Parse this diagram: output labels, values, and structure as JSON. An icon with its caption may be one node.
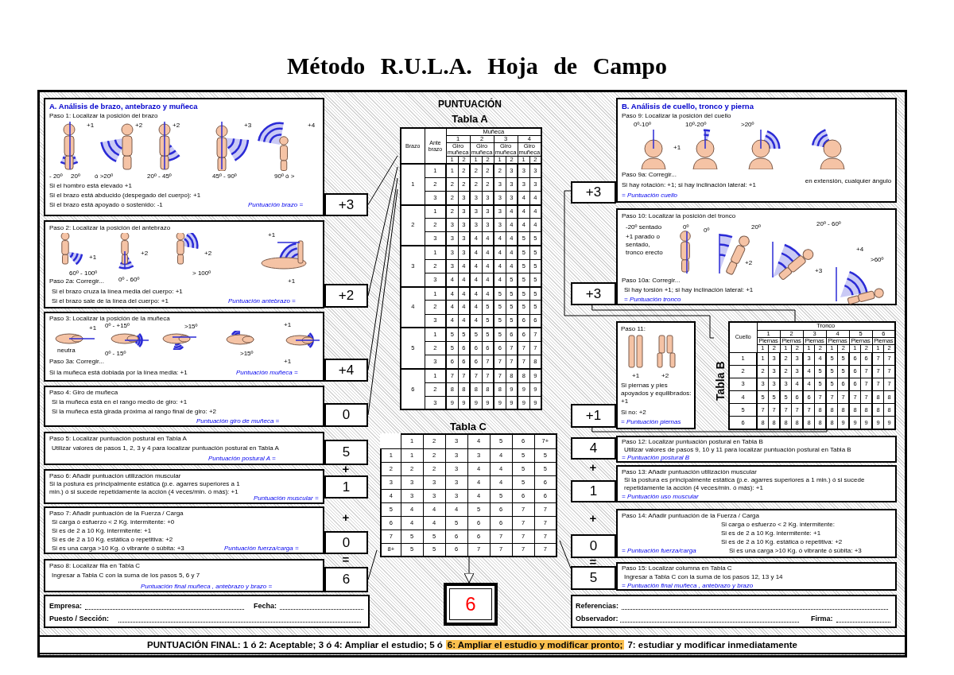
{
  "diagram": {
    "title": "Método R.U.L.A. Hoja de Campo",
    "nodes": [
      {
        "text": [
          "A. Análisis de brazo, antebrazo y muñeca",
          "Paso 1: Localizar la posición del brazo",
          "+1",
          "+2",
          "+2",
          "+3",
          "+4",
          "- 20º",
          "20º",
          "ó >20º",
          "20º - 45º",
          "45º - 90º",
          "90º ó >",
          "Si el hombro está elevado +1",
          "Si el brazo está abducido (despegado del cuerpo): +1",
          "Si el brazo está apoyado o sostenido: -1",
          "Puntuación brazo ="
        ]
      },
      {
        "text": [
          "Paso 2: Localizar la posición del antebrazo",
          "+1",
          "+2",
          "+2",
          "+1",
          "60º - 100º",
          "0º - 60º",
          "> 100º",
          "Paso 2a: Corregir...",
          "+1",
          "Si el brazo cruza la línea media del cuerpo: +1",
          "Si el brazo sale de la línea del cuerpo: +1",
          "Puntuación antebrazo ="
        ]
      },
      {
        "text": [
          "Paso 3: Localizar la posición de la muñeca",
          "+1",
          "neutra",
          "0º - +15º",
          "0º - 15º",
          ">15º",
          ">15º",
          "+1",
          "+1",
          "Paso 3a: Corregir...",
          "Si la muñeca está doblada por la línea media: +1",
          "Puntuación muñeca ="
        ]
      },
      {
        "text": [
          "Paso 4: Giro de muñeca",
          "Si la muñeca está en el rango medio de giro: +1",
          "Si la muñeca está girada próxima al rango final de giro: +2",
          "Puntuación giro de muñeca ="
        ]
      },
      {
        "text": [
          "Paso 5: Localizar puntuación postural en Tabla A",
          "Utilizar valores de pasos 1, 2, 3 y 4 para localizar puntuación postural en Tabla A",
          "Puntuación postural A ="
        ]
      },
      {
        "text": [
          "Paso 6: Añadir puntuación utilización muscular",
          "Si la postura es principalmente estática (p.e. agarres superiores a 1 min.) ó si sucede repetidamente la acción (4 veces/min. ó más): +1",
          "Puntuación muscular ="
        ]
      },
      {
        "text": [
          "Paso 7: Añadir puntuación de la Fuerza / Carga",
          "Si carga ó esfuerzo < 2 Kg. intermitente: +0",
          "Si es de 2 a 10 Kg. intermitente: +1",
          "Si es de 2 a 10 Kg. estática o repetitiva: +2",
          "Si es una carga >10 Kg. ó vibrante ó súbita: +3",
          "Puntuación fuerza/carga ="
        ]
      },
      {
        "text": [
          "Paso 8: Localizar fila en Tabla C",
          "Ingresar a Tabla C con la suma de los pasos 5, 6 y 7",
          "Puntuación final muñeca , antebrazo y brazo ="
        ]
      },
      {
        "text": [
          "+3"
        ]
      },
      {
        "text": [
          "+2"
        ]
      },
      {
        "text": [
          "+4"
        ]
      },
      {
        "text": [
          "0"
        ]
      },
      {
        "text": [
          "5"
        ]
      },
      {
        "text": [
          "1"
        ]
      },
      {
        "text": [
          "0"
        ]
      },
      {
        "text": [
          "6"
        ]
      },
      {
        "text": [
          "B. Análisis de cuello, tronco y pierna",
          "Paso 9: Localizar la posición del cuello",
          "0º-10º",
          "10º-20º",
          ">20º",
          "+1",
          "Paso 9a: Corregir...",
          "Si hay rotación: +1; si hay inclinación lateral: +1",
          "en extensión, cualquier ángulo",
          "= Puntuación cuello"
        ]
      },
      {
        "text": [
          "Paso 10: Localizar la posición del tronco",
          "-20º sentado",
          "0º",
          "0º",
          "20º",
          "20º - 60º",
          "+1 parado o sentado, tronco erecto",
          "+2",
          "+3",
          "+4",
          ">60º",
          "Paso 10a: Corregir...",
          "Si hay torsión +1; si hay inclinación lateral: +1",
          "= Puntuación tronco"
        ]
      },
      {
        "text": [
          "Paso 11:",
          "+1",
          "+2",
          "Si piernas y pies apoyados y equilibrados: +1",
          "Si no: +2",
          "= Puntuación piernas"
        ]
      },
      {
        "text": [
          "Paso 12: Localizar puntuación postural en Tabla B",
          "Utilizar valores de pasos 9, 10 y 11 para localizar puntuación postural en Tabla B",
          "= Puntuación postural B"
        ]
      },
      {
        "text": [
          "Paso 13: Añadir puntuación utilización muscular",
          "Si la postura es principalmente estática (p.e. agarres superiores a 1 min.) ó si sucede repetidamente la acción (4 veces/min. ó más): +1",
          "= Puntuación uso muscular"
        ]
      },
      {
        "text": [
          "Paso 14: Añadir puntuación de la Fuerza / Carga",
          "Si carga o esfuerzo < 2 Kg. intermitente:",
          "Si es de 2 a 10 Kg. intermitente: +1",
          "Si es de 2 a 10 Kg. estática o repetitiva: +2",
          "= Puntuación fuerza/carga",
          "Si es una carga >10 Kg. ó vibrante ó súbita: +3"
        ]
      },
      {
        "text": [
          "Paso 15: Localizar columna en Tabla C",
          "Ingresar a Tabla C con la suma de los pasos 12, 13 y 14",
          "= Puntuación final muñeca , antebrazo y brazo"
        ]
      },
      {
        "text": [
          "+3"
        ]
      },
      {
        "text": [
          "+3"
        ]
      },
      {
        "text": [
          "+1"
        ]
      },
      {
        "text": [
          "4"
        ]
      },
      {
        "text": [
          "1"
        ]
      },
      {
        "text": [
          "0"
        ]
      },
      {
        "text": [
          "5"
        ]
      },
      {
        "text": [
          "Tabla A"
        ]
      },
      {
        "text": [
          "Tabla B"
        ]
      },
      {
        "text": [
          "Tabla C"
        ]
      },
      {
        "text": [
          "6"
        ]
      },
      {
        "text": [
          "Empresa:",
          "Fecha:",
          "Puesto / Sección:"
        ]
      },
      {
        "text": [
          "Referencias:",
          "Observador:",
          "Firma:"
        ]
      },
      {
        "text": [
          "PUNTUACIÓN FINAL: 1 ó 2: Aceptable; 3 ó 4: Ampliar el estudio; 5 ó",
          "6: Ampliar el estudio y modificar pronto;",
          "7: estudiar y modificar inmediatamente"
        ]
      }
    ],
    "edges": [
      {
        "from": 8,
        "to": 30,
        "arrow": "none"
      },
      {
        "from": 9,
        "to": 30,
        "arrow": "none"
      },
      {
        "from": 10,
        "to": 30,
        "arrow": "none"
      },
      {
        "from": 11,
        "to": 30,
        "arrow": "none"
      },
      {
        "from": 23,
        "to": 31,
        "arrow": "none"
      },
      {
        "from": 24,
        "to": 31,
        "arrow": "none"
      },
      {
        "from": 25,
        "to": 31,
        "arrow": "none"
      },
      {
        "from": 15,
        "to": 32,
        "arrow": "none"
      },
      {
        "from": 29,
        "to": 32,
        "arrow": "none"
      },
      {
        "from": 32,
        "to": 33,
        "arrow": "to"
      }
    ],
    "labels": [
      "PUNTUACIÓN",
      "Brazo",
      "Ante brazo",
      "Muñeca",
      "1",
      "2",
      "3",
      "4",
      "Giro muñeca",
      "Giro muñeca",
      "Giro muñeca",
      "Giro muñeca",
      "1",
      "2",
      "1",
      "2",
      "1",
      "2",
      "1",
      "2",
      "1",
      "1",
      "1",
      "2",
      "2",
      "2",
      "2",
      "3",
      "3",
      "3",
      "2",
      "2",
      "2",
      "2",
      "2",
      "3",
      "3",
      "3",
      "3",
      "3",
      "2",
      "3",
      "3",
      "3",
      "3",
      "3",
      "4",
      "4",
      "2",
      "1",
      "2",
      "3",
      "3",
      "3",
      "3",
      "4",
      "4",
      "4",
      "2",
      "3",
      "3",
      "3",
      "3",
      "3",
      "4",
      "4",
      "4",
      "3",
      "3",
      "3",
      "4",
      "4",
      "4",
      "4",
      "5",
      "5",
      "3",
      "1",
      "3",
      "3",
      "4",
      "4",
      "4",
      "4",
      "5",
      "5",
      "2",
      "3",
      "4",
      "4",
      "4",
      "4",
      "4",
      "5",
      "5",
      "3",
      "4",
      "4",
      "4",
      "4",
      "4",
      "5",
      "5",
      "5",
      "4",
      "1",
      "4",
      "4",
      "4",
      "4",
      "5",
      "5",
      "5",
      "5",
      "2",
      "4",
      "4",
      "4",
      "5",
      "5",
      "5",
      "5",
      "5",
      "3",
      "4",
      "4",
      "4",
      "5",
      "5",
      "5",
      "6",
      "6",
      "5",
      "1",
      "5",
      "5",
      "5",
      "5",
      "5",
      "6",
      "6",
      "7",
      "2",
      "5",
      "6",
      "6",
      "6",
      "6",
      "7",
      "7",
      "7",
      "3",
      "6",
      "6",
      "6",
      "7",
      "7",
      "7",
      "7",
      "8",
      "6",
      "1",
      "7",
      "7",
      "7",
      "7",
      "7",
      "8",
      "8",
      "9",
      "2",
      "8",
      "8",
      "8",
      "8",
      "8",
      "9",
      "9",
      "9",
      "3",
      "9",
      "9",
      "9",
      "9",
      "9",
      "9",
      "9",
      "9",
      "Cuello",
      "Tronco",
      "1",
      "2",
      "3",
      "4",
      "5",
      "6",
      "Piernas",
      "Piernas",
      "Piernas",
      "Piernas",
      "Piernas",
      "Piernas",
      "1",
      "2",
      "1",
      "2",
      "1",
      "2",
      "1",
      "2",
      "1",
      "2",
      "1",
      "2",
      "1",
      "1",
      "3",
      "2",
      "3",
      "3",
      "4",
      "5",
      "5",
      "6",
      "6",
      "7",
      "7",
      "2",
      "2",
      "3",
      "2",
      "3",
      "4",
      "5",
      "5",
      "5",
      "6",
      "7",
      "7",
      "7",
      "3",
      "3",
      "3",
      "3",
      "4",
      "4",
      "5",
      "5",
      "6",
      "6",
      "7",
      "7",
      "7",
      "4",
      "5",
      "5",
      "5",
      "6",
      "6",
      "7",
      "7",
      "7",
      "7",
      "7",
      "8",
      "8",
      "5",
      "7",
      "7",
      "7",
      "7",
      "7",
      "8",
      "8",
      "8",
      "8",
      "8",
      "8",
      "8",
      "6",
      "8",
      "8",
      "8",
      "8",
      "8",
      "8",
      "8",
      "9",
      "9",
      "9",
      "9",
      "9",
      "1",
      "2",
      "3",
      "4",
      "5",
      "6",
      "7+",
      "1",
      "1",
      "2",
      "3",
      "3",
      "4",
      "5",
      "5",
      "2",
      "2",
      "2",
      "3",
      "4",
      "4",
      "5",
      "5",
      "3",
      "3",
      "3",
      "3",
      "4",
      "4",
      "5",
      "6",
      "4",
      "3",
      "3",
      "3",
      "4",
      "5",
      "6",
      "6",
      "5",
      "4",
      "4",
      "4",
      "5",
      "6",
      "7",
      "7",
      "6",
      "4",
      "4",
      "5",
      "6",
      "6",
      "7",
      "7",
      "7",
      "5",
      "5",
      "6",
      "6",
      "7",
      "7",
      "7",
      "8+",
      "5",
      "5",
      "6",
      "7",
      "7",
      "7",
      "7",
      "+",
      "+",
      "=",
      "+",
      "+",
      "="
    ]
  }
}
